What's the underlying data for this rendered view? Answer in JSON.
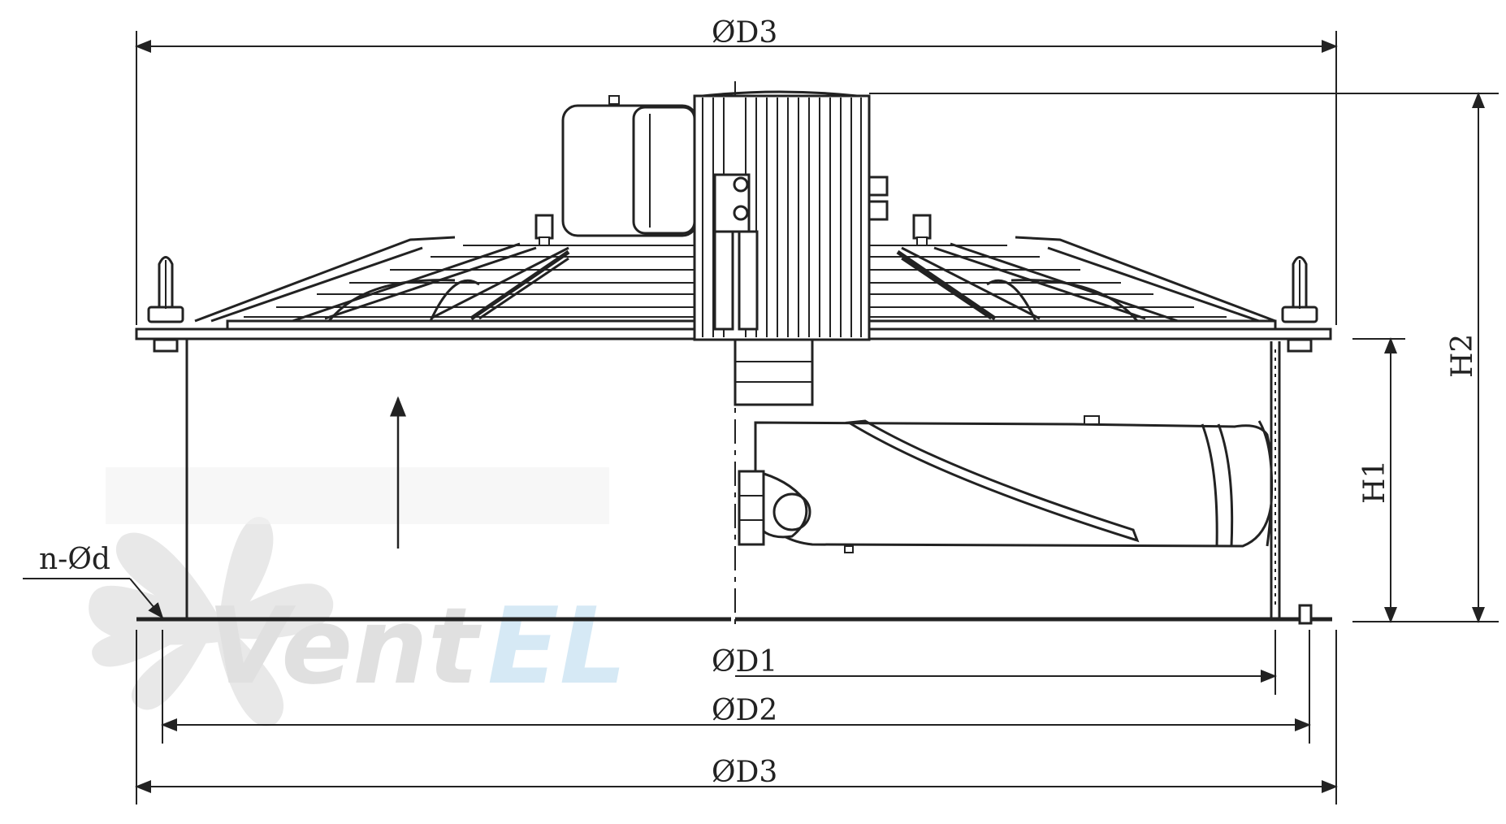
{
  "labels": {
    "top_width": "ØD3",
    "inner_diameter": "ØD1",
    "bolt_circle": "ØD2",
    "bottom_width": "ØD3",
    "overall_height": "H2",
    "housing_height": "H1",
    "mounting_holes": "n-Ød"
  },
  "watermark": {
    "part1": "Vent",
    "part2": "EL"
  },
  "colors": {
    "line": "#222222",
    "watermark_gray": "#e2e2e2",
    "watermark_blue": "#d8eaf6"
  }
}
